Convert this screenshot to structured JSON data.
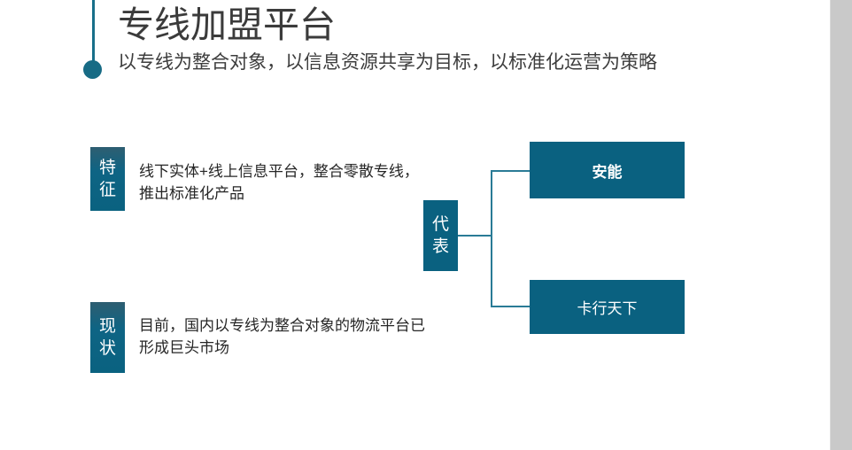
{
  "slide": {
    "title": "专线加盟平台",
    "subtitle": "以专线为整合对象，以信息资源共享为目标，以标准化运营为策略",
    "accent_color": "#0a6180",
    "title_color": "#3b3b3b",
    "connector_color": "#2a7b96",
    "edge_band_color": "#c9c9c9"
  },
  "rows": [
    {
      "tag_chars": [
        "特",
        "征"
      ],
      "tag_label": "特征",
      "text": "线下实体+线上信息平台，整合零散专线，推出标准化产品"
    },
    {
      "tag_chars": [
        "现",
        "状"
      ],
      "tag_label": "现状",
      "text": "目前，国内以专线为整合对象的物流平台已形成巨头市场"
    }
  ],
  "diagram": {
    "root": {
      "chars": [
        "代",
        "表"
      ],
      "label": "代表"
    },
    "children": [
      {
        "label": "安能",
        "bold": true
      },
      {
        "label": "卡行天下",
        "bold": false
      }
    ]
  }
}
